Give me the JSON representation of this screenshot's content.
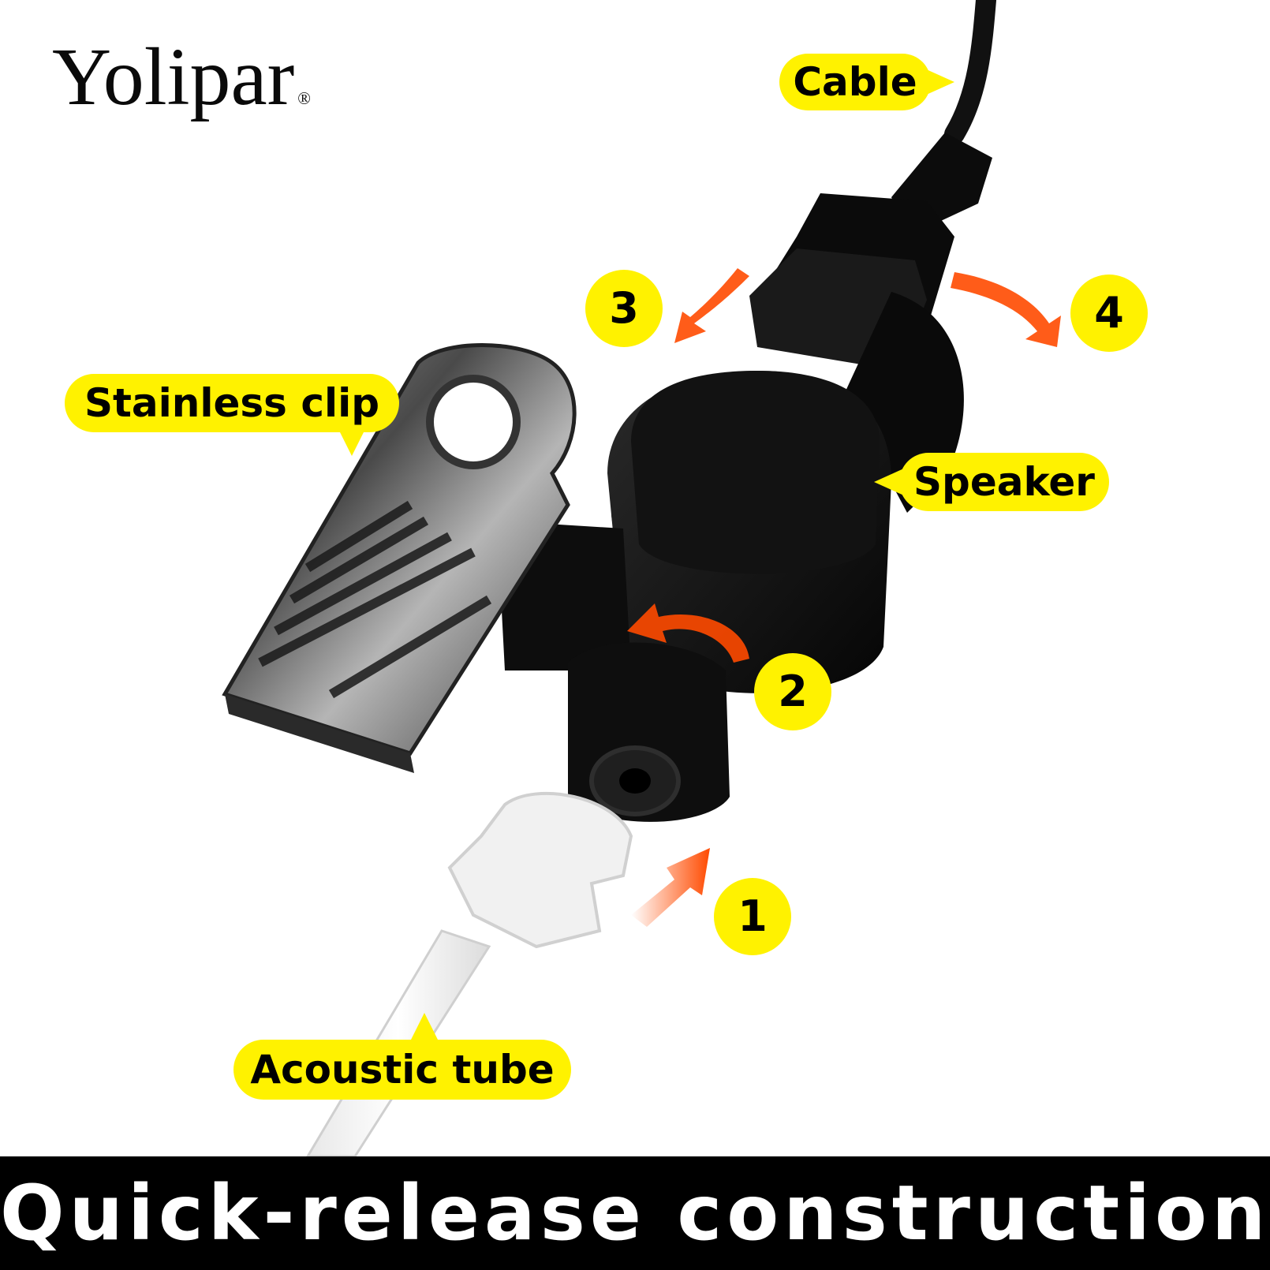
{
  "brand": {
    "name": "Yolipar",
    "registered_mark": "®"
  },
  "callouts": {
    "cable": "Cable",
    "stainless_clip": "Stainless clip",
    "speaker": "Speaker",
    "acoustic_tube": "Acoustic tube"
  },
  "steps": [
    "1",
    "2",
    "3",
    "4"
  ],
  "banner": {
    "text": "Quick-release construction"
  },
  "colors": {
    "label_yellow": "#fff200",
    "arrow_orange": "#ff4a00",
    "banner_black": "#000000",
    "banner_text": "#ffffff"
  },
  "icons": {
    "arrows": "curved-arrow-icon"
  }
}
